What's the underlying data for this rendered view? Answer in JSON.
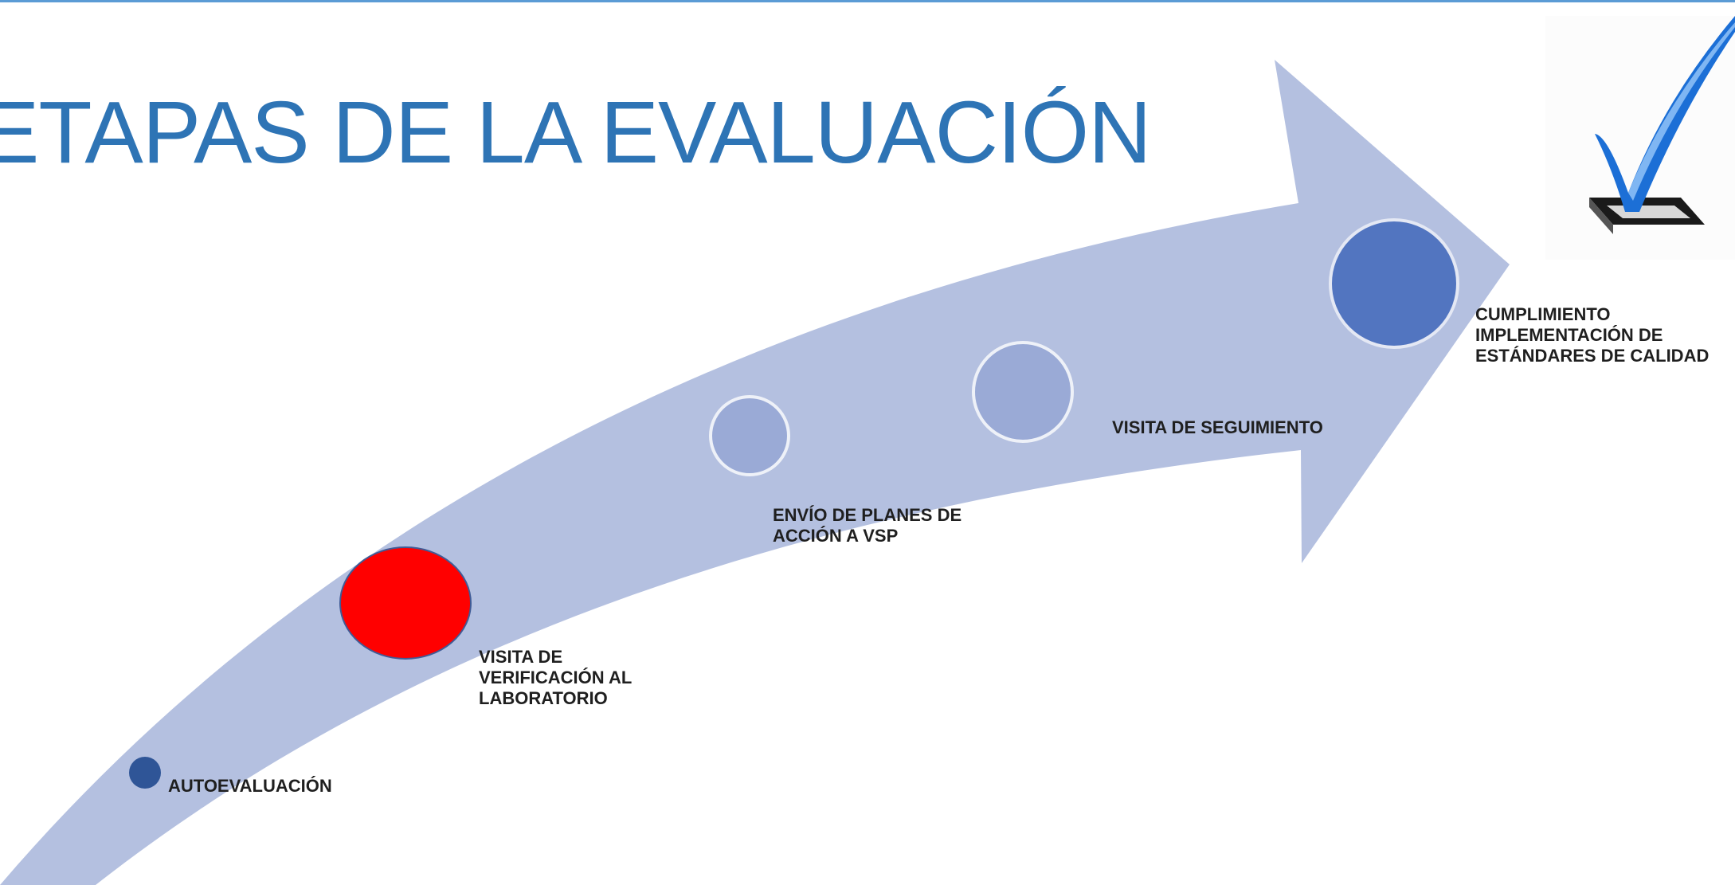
{
  "title": "ETAPAS DE LA EVALUACIÓN",
  "colors": {
    "arrow": "#b4c0e0",
    "accent_title": "#2e74b5",
    "stage_small_dark": "#2f5597",
    "stage_light": "#9aaad6",
    "stage_highlight": "#ff0000",
    "stage_final": "#5275c0"
  },
  "stages": [
    {
      "label": "AUTOEVALUACIÓN",
      "color": "#2f5597",
      "highlighted": false
    },
    {
      "label": "VISITA DE\nVERIFICACIÓN AL\nLABORATORIO",
      "color": "#ff0000",
      "highlighted": true
    },
    {
      "label": "ENVÍO DE PLANES DE\nACCIÓN A VSP",
      "color": "#9aaad6",
      "highlighted": false
    },
    {
      "label": "VISITA DE SEGUIMIENTO",
      "color": "#9aaad6",
      "highlighted": false
    },
    {
      "label": "CUMPLIMIENTO\nIMPLEMENTACIÓN DE\nESTÁNDARES DE CALIDAD",
      "color": "#5275c0",
      "highlighted": false
    }
  ],
  "icons": {
    "corner": "checkmark-box-icon"
  }
}
